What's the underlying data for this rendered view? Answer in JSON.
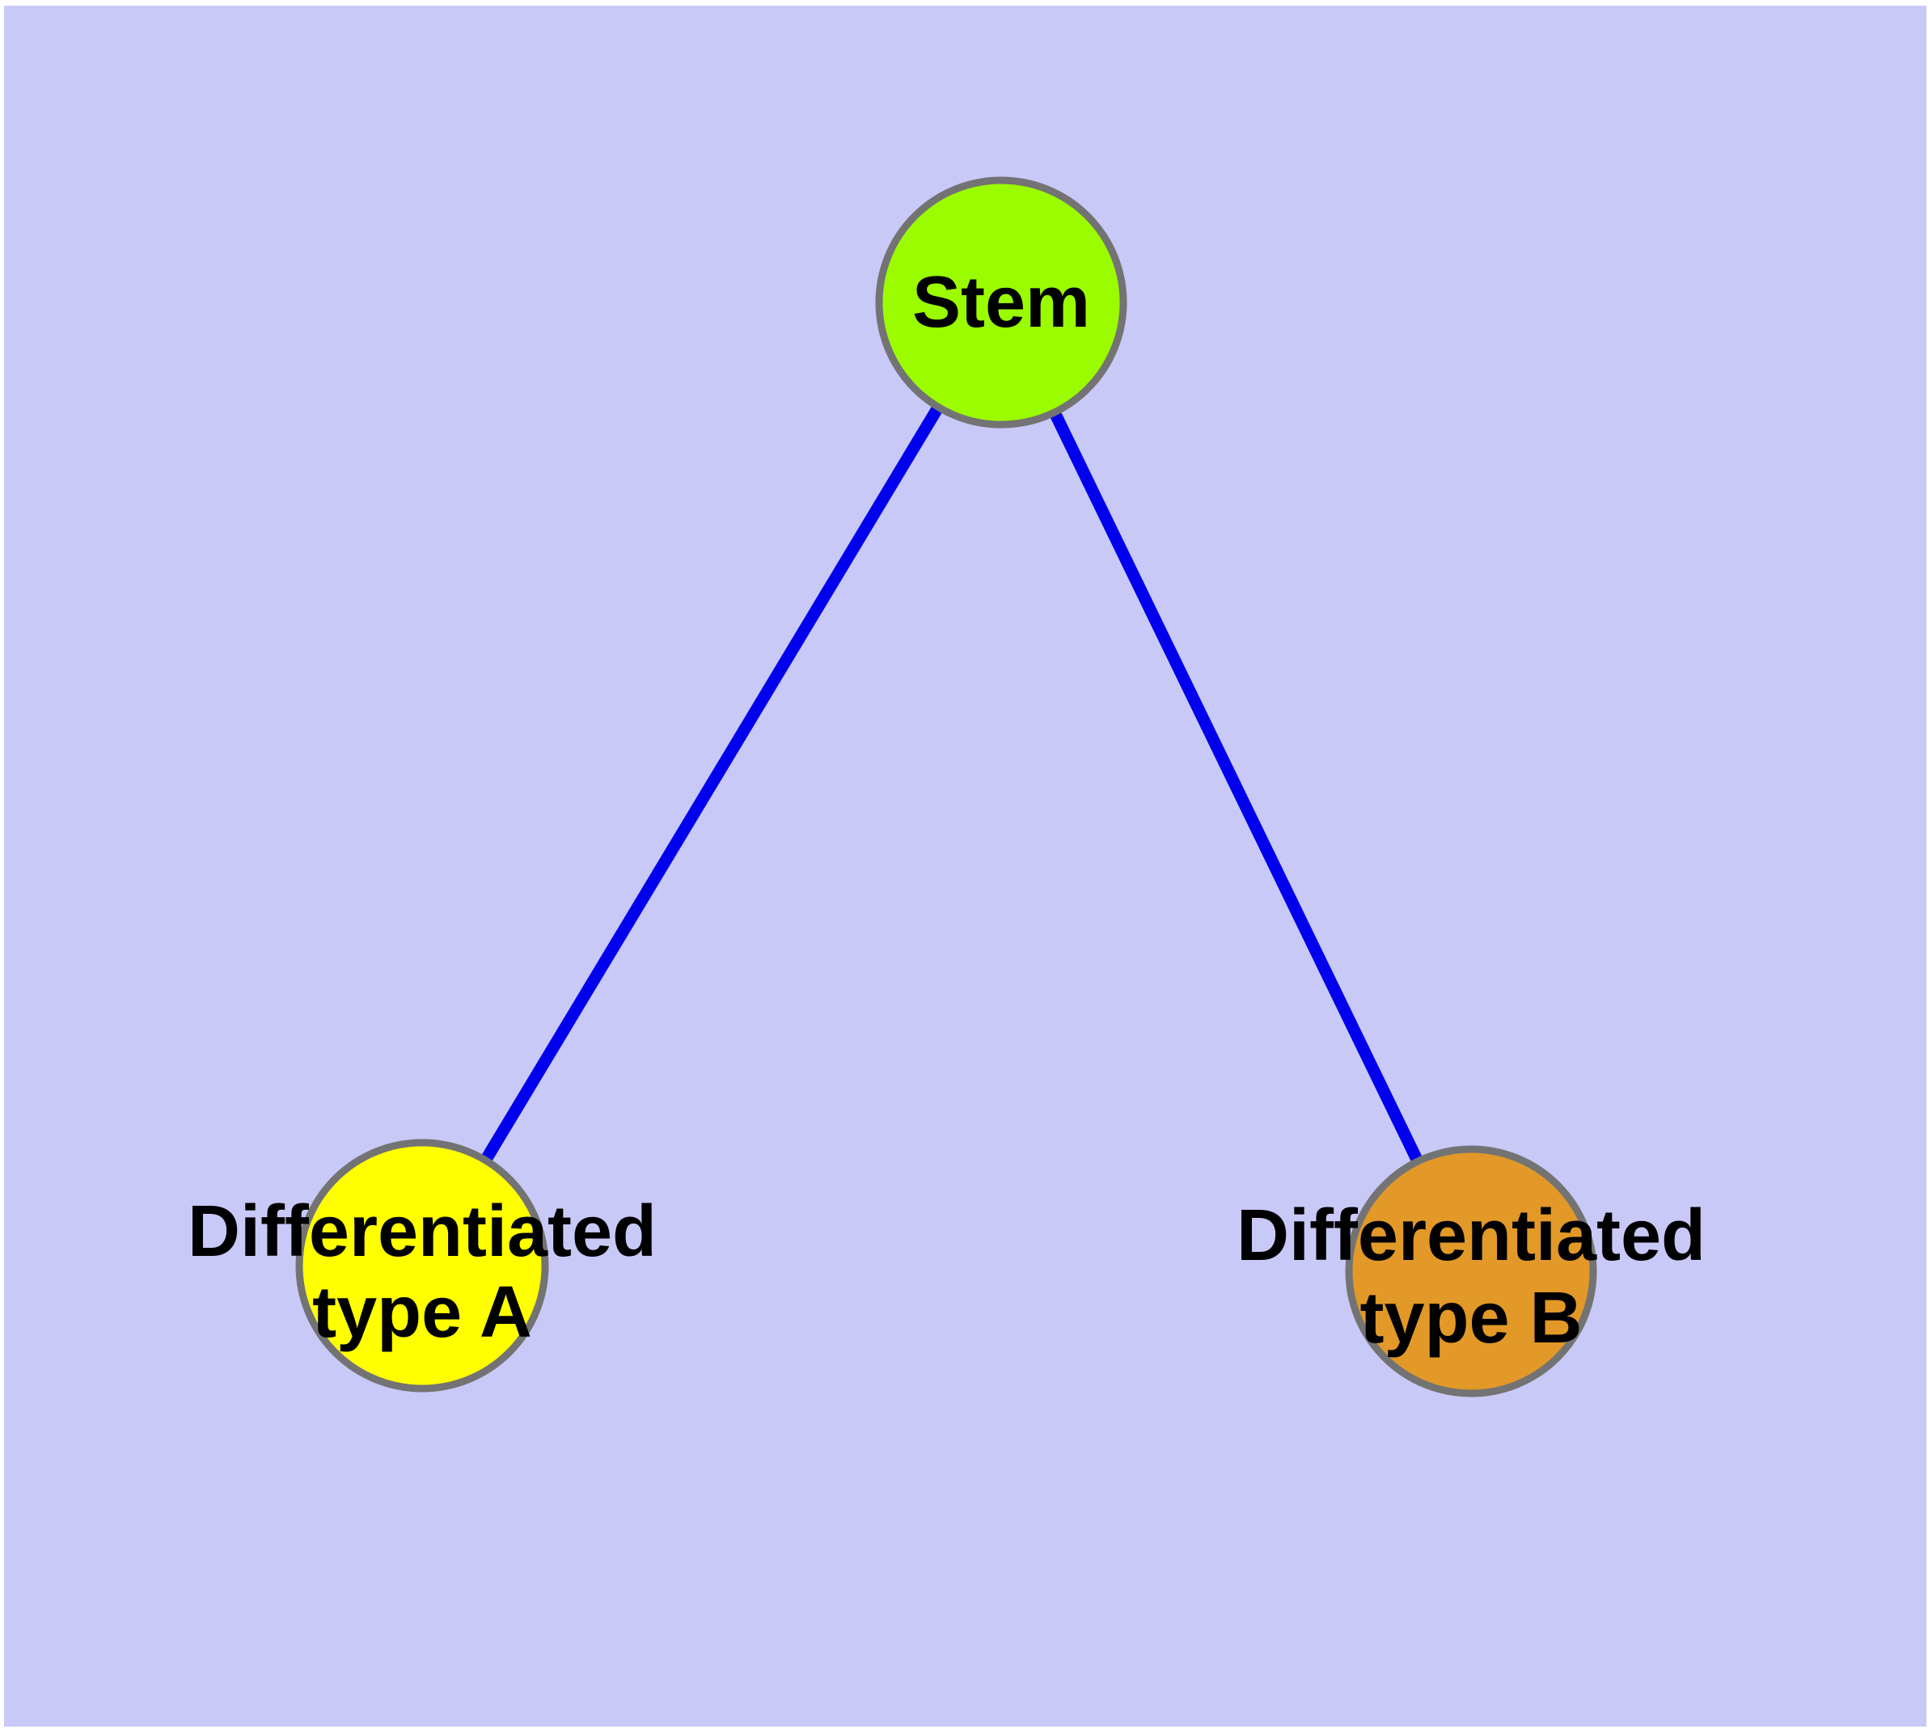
{
  "diagram": {
    "type": "node-link-graph",
    "background_color": "#c9c9f8",
    "margin_color": "#ffffff",
    "edge_color": "#0000ee",
    "node_border_color": "#737373",
    "label_color": "#000000",
    "nodes": {
      "stem": {
        "label": "Stem",
        "color": "#9bfc00"
      },
      "type_a": {
        "label_line1": "Differentiated",
        "label_line2": "type A",
        "color": "#ffff00"
      },
      "type_b": {
        "label_line1": "Differentiated",
        "label_line2": "type B",
        "color": "#e29927"
      }
    },
    "edges": [
      {
        "from": "Stem",
        "to": "Differentiated type A"
      },
      {
        "from": "Stem",
        "to": "Differentiated type B"
      }
    ]
  }
}
